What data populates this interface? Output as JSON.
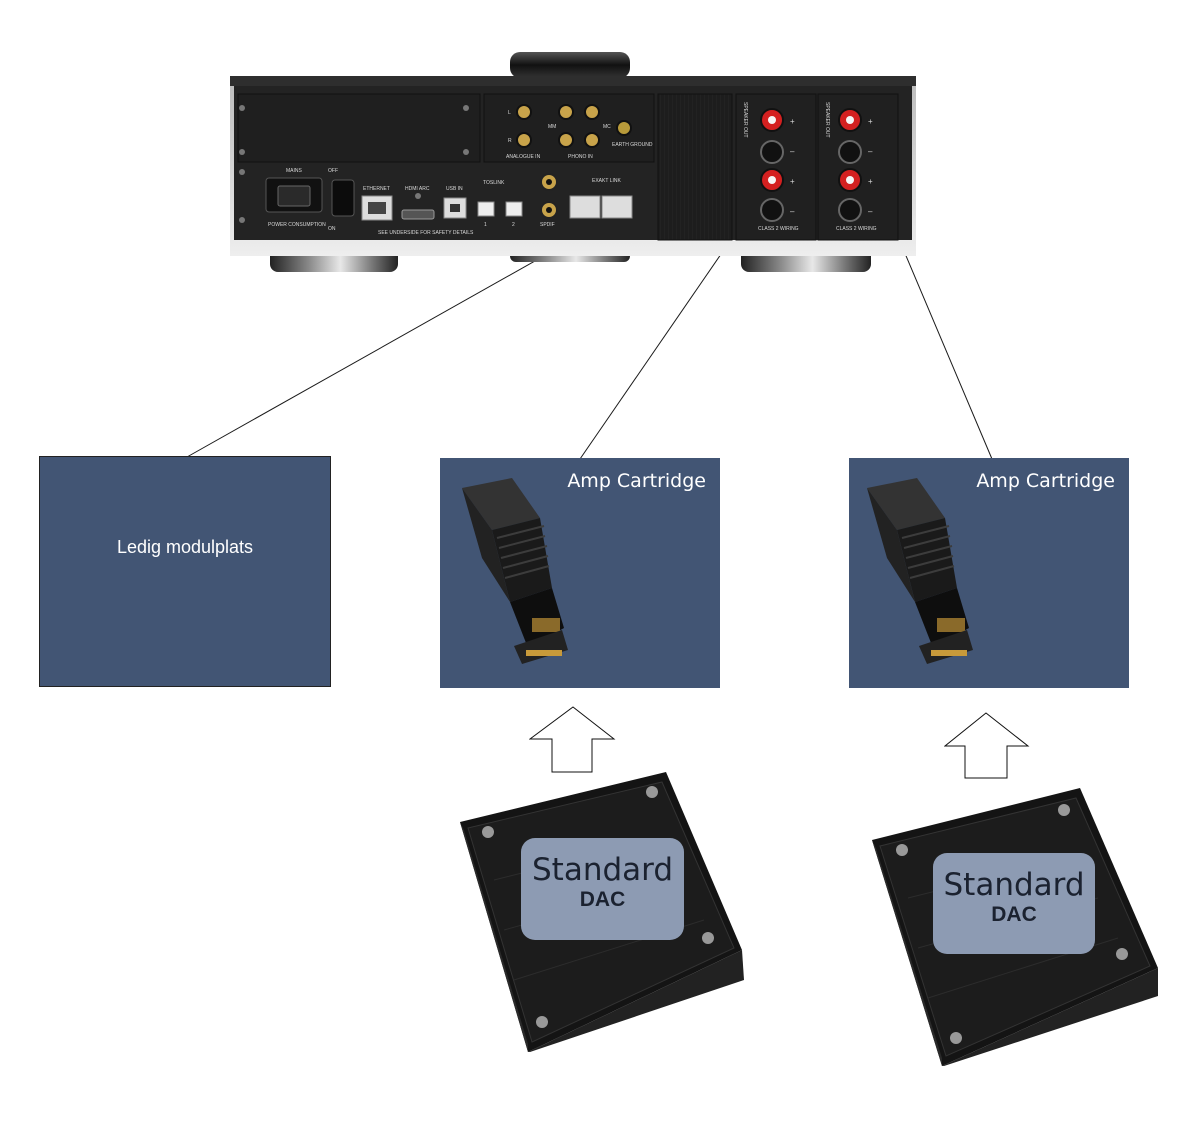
{
  "device": {
    "labels": {
      "mains": "MAINS",
      "off": "OFF",
      "on": "ON",
      "ethernet": "ETHERNET",
      "hdmi_arc": "HDMI ARC",
      "usb_in": "USB IN",
      "toslink": "TOSLINK",
      "spdif": "SPDIF",
      "exakt_link": "EXAKT LINK",
      "analogue_in": "ANALOGUE IN",
      "phono_in": "PHONO IN",
      "mm": "MM",
      "mc": "MC",
      "earth_ground": "EARTH GROUND",
      "speaker_out": "SPEAKER OUT",
      "class2_wiring": "CLASS 2 WIRING",
      "safety": "SEE UNDERSIDE FOR SAFETY DETAILS",
      "power_consumption": "POWER CONSUMPTION",
      "ch_1": "1",
      "ch_2": "2",
      "ch_l": "L",
      "ch_r": "R",
      "plus": "+",
      "minus": "–"
    }
  },
  "slots": {
    "empty": {
      "label": "Ledig modulplats",
      "color": "#425574"
    },
    "amp1": {
      "label": "Amp Cartridge",
      "color": "#425574"
    },
    "amp2": {
      "label": "Amp Cartridge",
      "color": "#425574"
    }
  },
  "dacs": [
    {
      "line1": "Standard",
      "line2": "DAC"
    },
    {
      "line1": "Standard",
      "line2": "DAC"
    }
  ],
  "colors": {
    "panel": "#232323",
    "chassis_silver": "#d4d4d4",
    "terminal_red": "#d42020",
    "dac_label_bg": "#8d9bb3",
    "connector_line": "#1a1a1a"
  }
}
